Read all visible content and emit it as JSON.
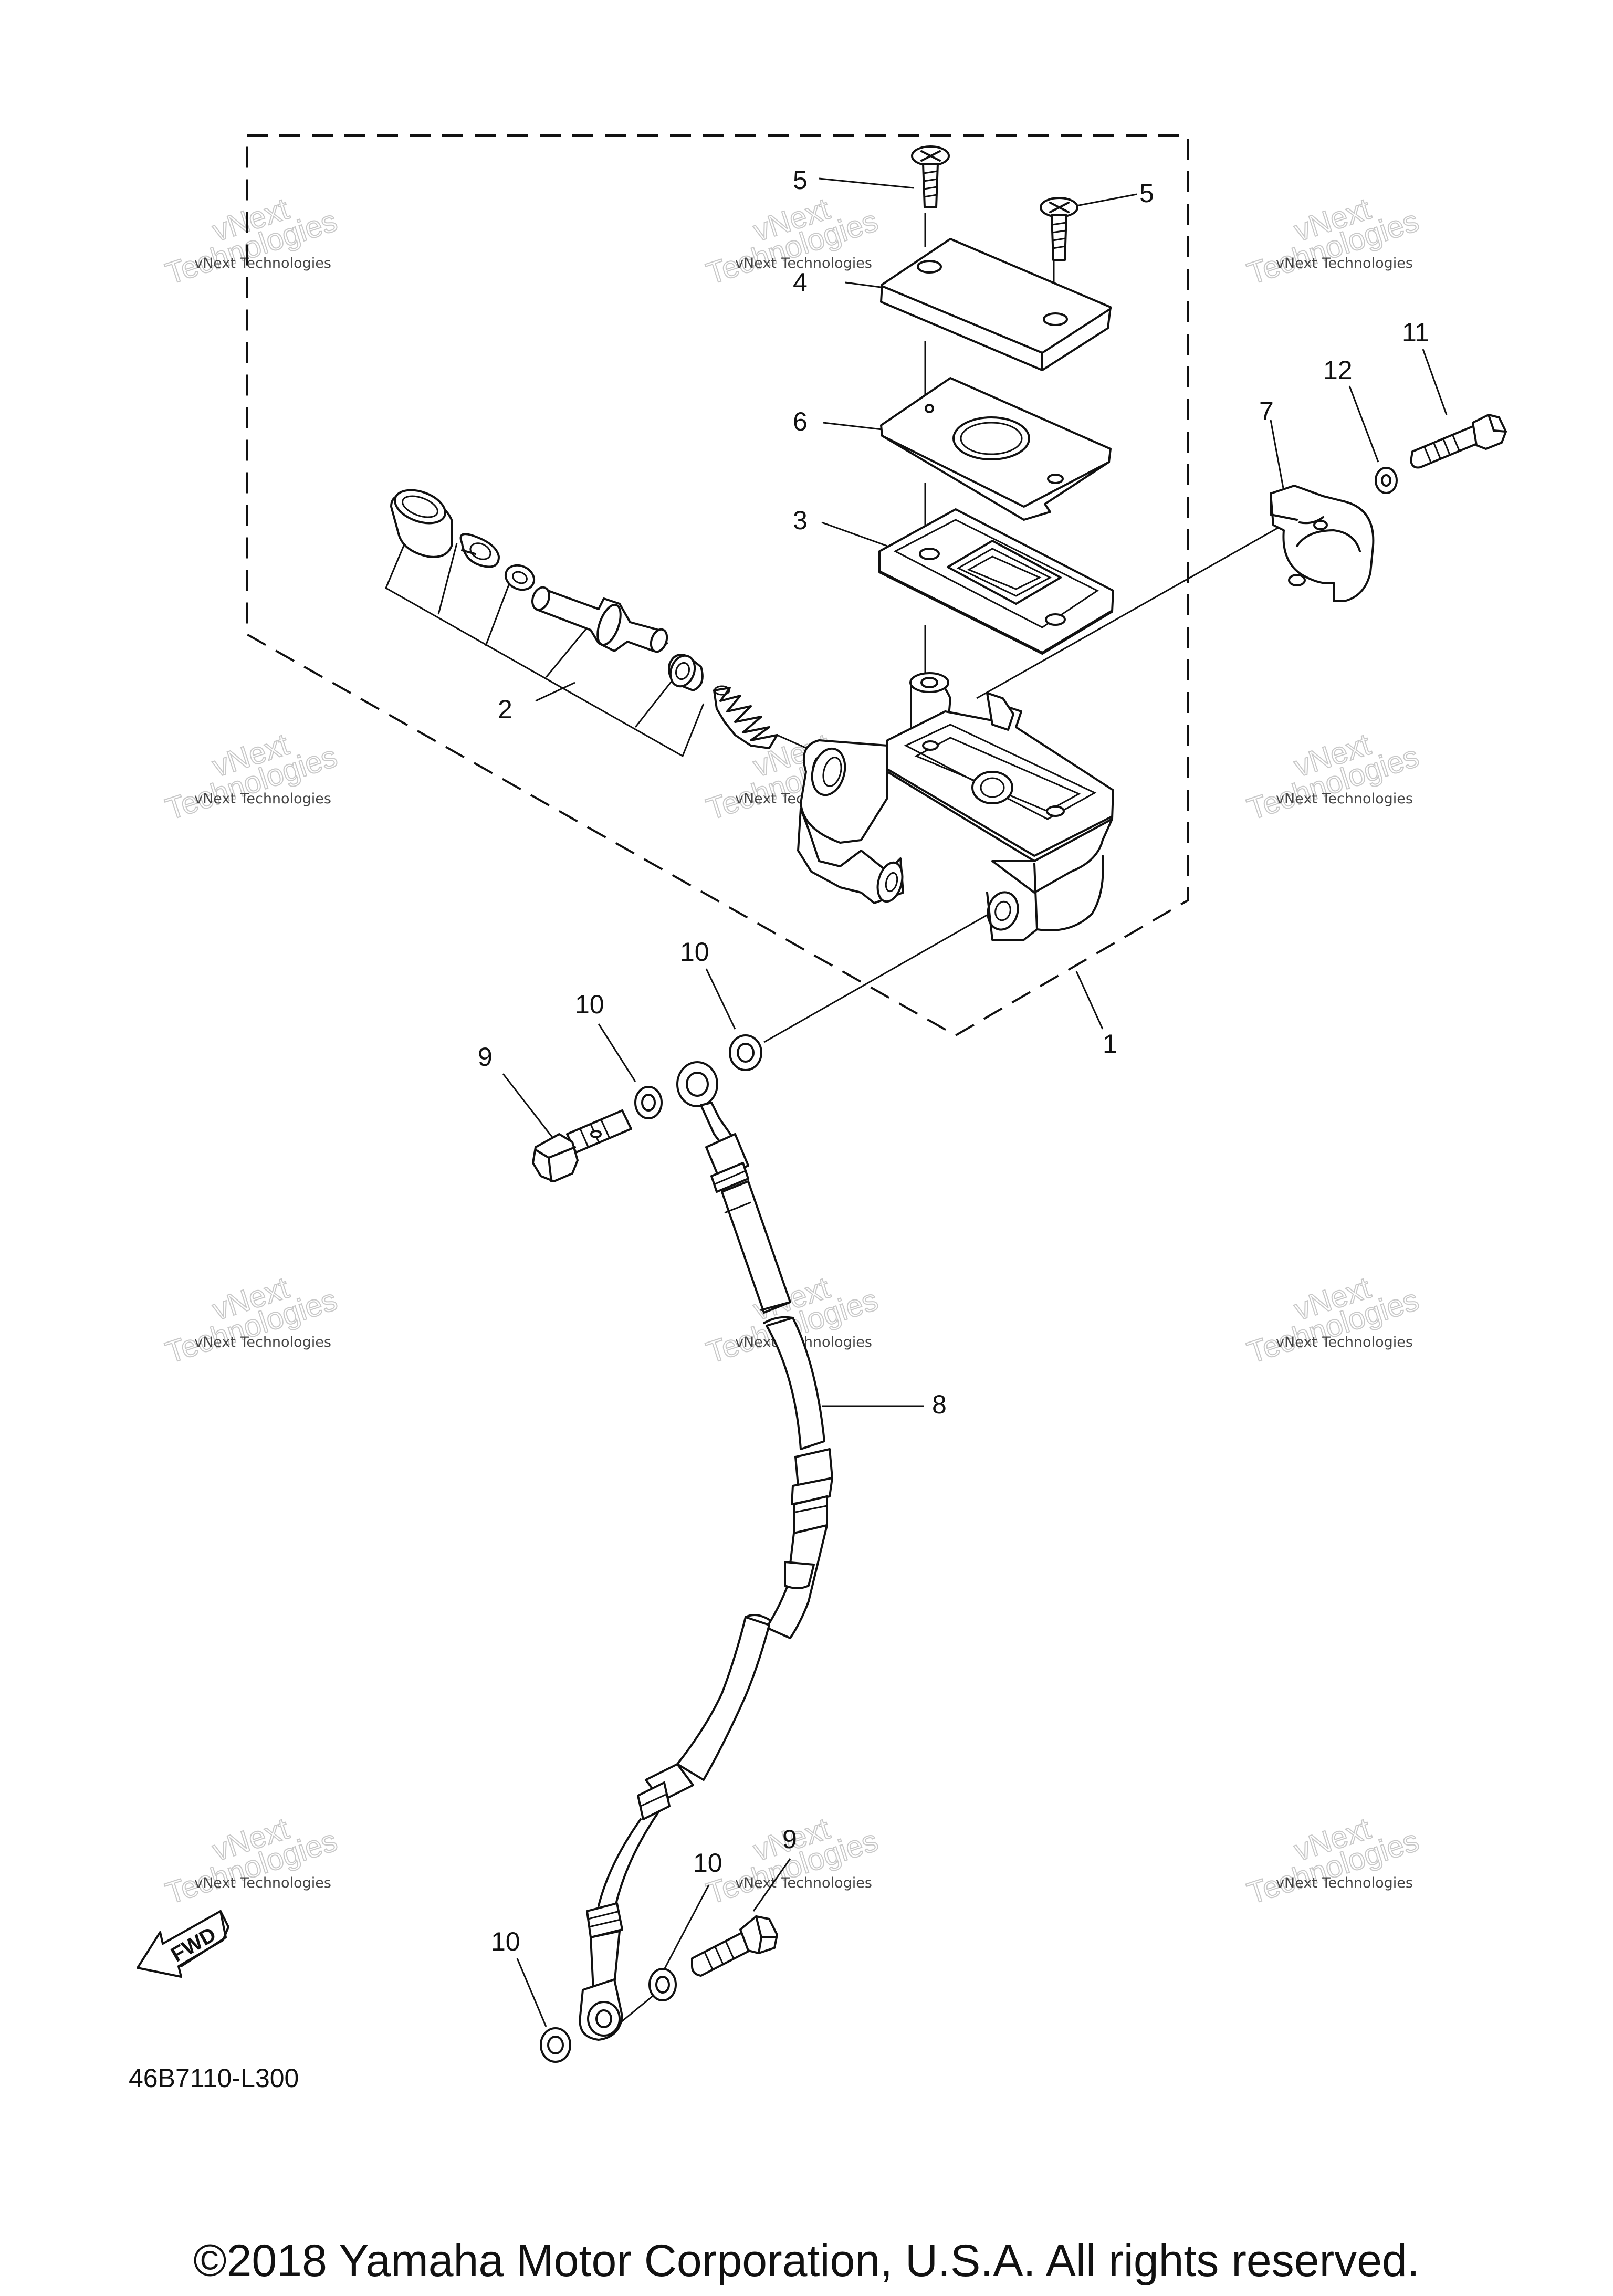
{
  "diagram": {
    "callouts": [
      {
        "id": "c1",
        "text": "1"
      },
      {
        "id": "c2",
        "text": "2"
      },
      {
        "id": "c3",
        "text": "3"
      },
      {
        "id": "c4",
        "text": "4"
      },
      {
        "id": "c5a",
        "text": "5"
      },
      {
        "id": "c5b",
        "text": "5"
      },
      {
        "id": "c6",
        "text": "6"
      },
      {
        "id": "c7",
        "text": "7"
      },
      {
        "id": "c8",
        "text": "8"
      },
      {
        "id": "c9a",
        "text": "9"
      },
      {
        "id": "c9b",
        "text": "9"
      },
      {
        "id": "c10a",
        "text": "10"
      },
      {
        "id": "c10b",
        "text": "10"
      },
      {
        "id": "c10c",
        "text": "10"
      },
      {
        "id": "c10d",
        "text": "10"
      },
      {
        "id": "c11",
        "text": "11"
      },
      {
        "id": "c12",
        "text": "12"
      }
    ],
    "watermark": {
      "line1": "vNext Technologies",
      "line2": "vNext",
      "line3": "Technologies"
    },
    "fwd_label": "FWD",
    "diagram_code": "46B7110-L300",
    "copyright": "©2018 Yamaha Motor Corporation, U.S.A. All rights reserved."
  }
}
